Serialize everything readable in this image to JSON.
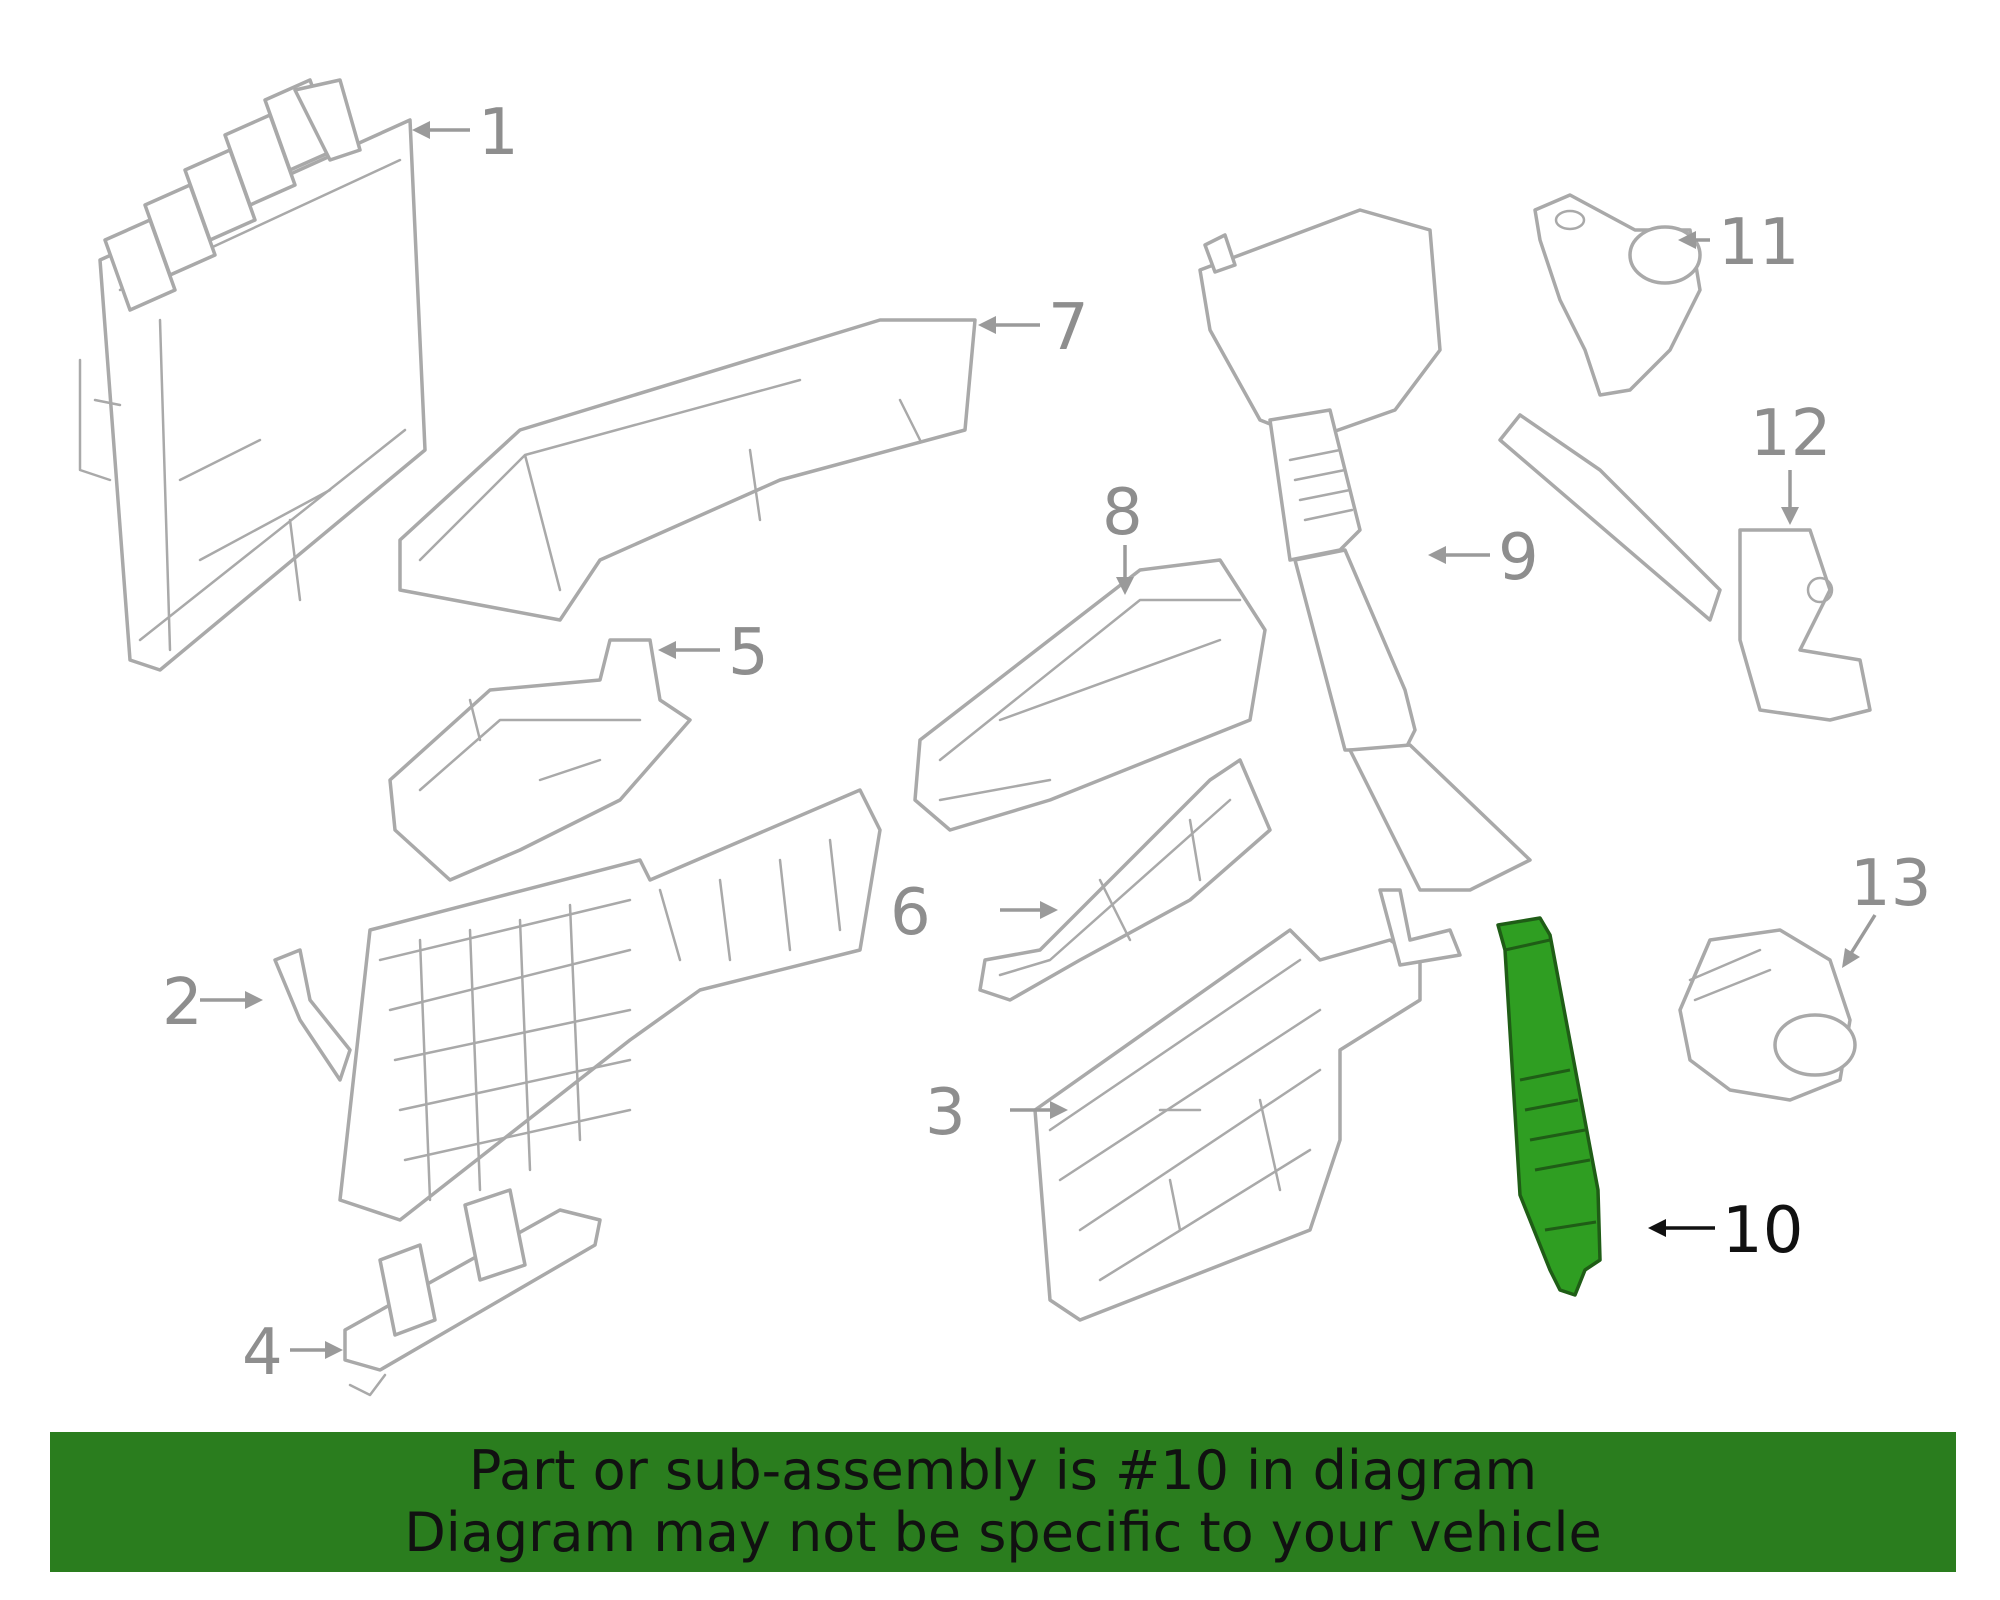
{
  "diagram": {
    "callouts": [
      {
        "id": "1",
        "label": "1"
      },
      {
        "id": "2",
        "label": "2"
      },
      {
        "id": "3",
        "label": "3"
      },
      {
        "id": "4",
        "label": "4"
      },
      {
        "id": "5",
        "label": "5"
      },
      {
        "id": "6",
        "label": "6"
      },
      {
        "id": "7",
        "label": "7"
      },
      {
        "id": "8",
        "label": "8"
      },
      {
        "id": "9",
        "label": "9"
      },
      {
        "id": "10",
        "label": "10",
        "highlighted": true
      },
      {
        "id": "11",
        "label": "11"
      },
      {
        "id": "12",
        "label": "12"
      },
      {
        "id": "13",
        "label": "13"
      }
    ],
    "highlight_color": "#2f9e22",
    "part_line_color": "#a9a9a9"
  },
  "banner": {
    "line1": "Part or sub-assembly is #10 in diagram",
    "line2": "Diagram may not be specific to your vehicle",
    "color": "#2a7d1e"
  }
}
